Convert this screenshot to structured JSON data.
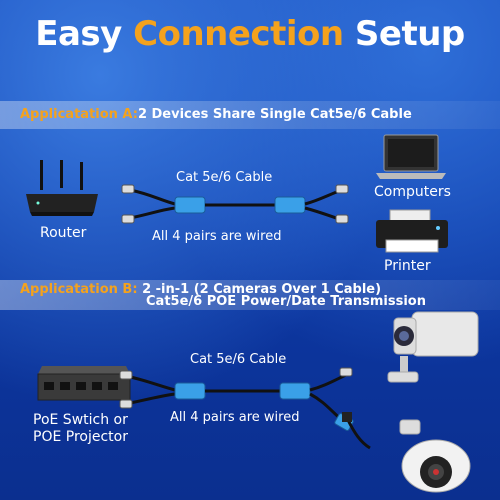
{
  "title": {
    "part1": "Easy ",
    "accent": "Connection",
    "part2": " Setup"
  },
  "section_a": {
    "tag": "Applicatation A:",
    "text": "2 Devices Share Single Cat5e/6 Cable",
    "cable_label": "Cat 5e/6 Cable",
    "pairs_label": "All 4 pairs are wired",
    "router_label": "Router",
    "computers_label": "Computers",
    "printer_label": "Printer"
  },
  "section_b": {
    "tag": "Applicatation B:",
    "line1": " 2 -in-1 (2 Cameras Over 1 Cable)",
    "line2": "Cat5e/6 POE Power/Date Transmission",
    "cable_label": "Cat 5e/6 Cable",
    "pairs_label": "All 4 pairs are wired",
    "switch_label_1": "PoE Swtich or",
    "switch_label_2": "POE Projector"
  },
  "colors": {
    "accent": "#f4a21d",
    "connector_blue": "#3aa0e8"
  }
}
